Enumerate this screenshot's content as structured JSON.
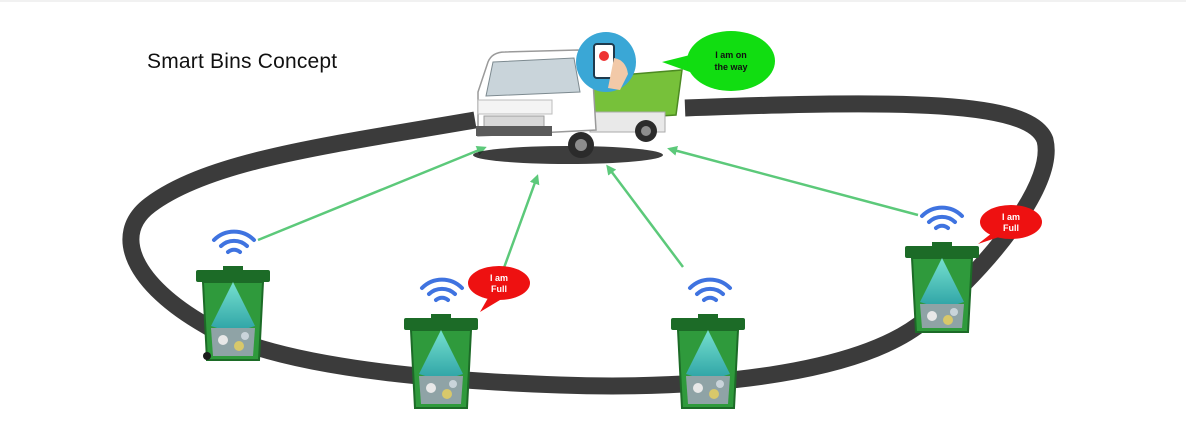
{
  "title": "Smart Bins Concept",
  "truck": {
    "status_line1": "I am on",
    "status_line2": "the way"
  },
  "bins": [
    {
      "status_line1": "",
      "status_line2": ""
    },
    {
      "status_line1": "I am",
      "status_line2": "Full"
    },
    {
      "status_line1": "",
      "status_line2": ""
    },
    {
      "status_line1": "I am",
      "status_line2": "Full"
    }
  ],
  "colors": {
    "road": "#3b3b3b",
    "arrow": "#5cc97a",
    "wifi": "#3f73e0",
    "bin_green": "#2f9a3c",
    "bin_dark": "#1c6b27",
    "sensor_cone": "#58d3c9",
    "full_bubble": "#ee1111",
    "truck_bubble": "#11dd11",
    "truck_body": "#ffffff",
    "truck_tipper": "#77c13a",
    "phone_circle": "#3aa7d6"
  },
  "icons": [
    "wifi-icon",
    "smart-bin-icon",
    "garbage-truck-icon",
    "phone-location-icon"
  ]
}
